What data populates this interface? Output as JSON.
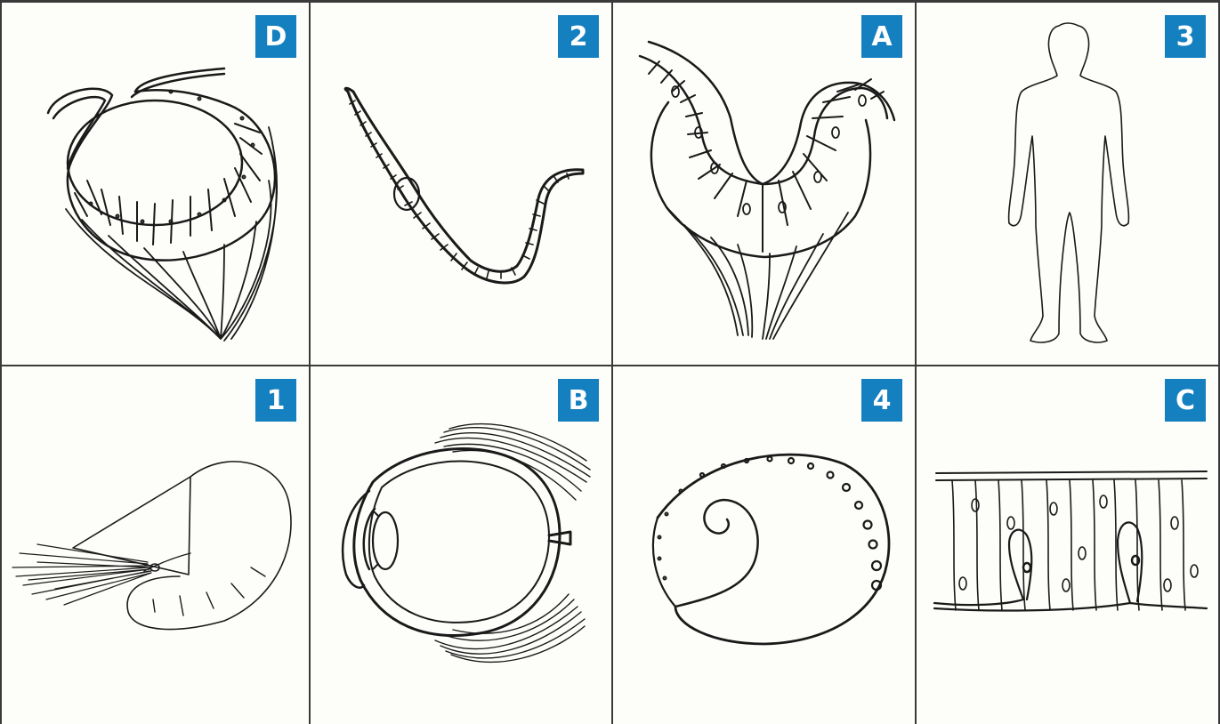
{
  "panels": [
    {
      "label": "D",
      "icon": "cup-shaped-eye-icon"
    },
    {
      "label": "2",
      "icon": "flatworm-icon"
    },
    {
      "label": "A",
      "icon": "eyespot-pit-icon"
    },
    {
      "label": "3",
      "icon": "human-figure-icon"
    },
    {
      "label": "1",
      "icon": "nautilus-icon"
    },
    {
      "label": "B",
      "icon": "human-eye-cross-section-icon"
    },
    {
      "label": "4",
      "icon": "snail-shell-icon"
    },
    {
      "label": "C",
      "icon": "light-sensitive-cells-icon"
    }
  ],
  "colors": {
    "badge": "#1580c0",
    "lines": "#1a1a1a",
    "border": "#3a3a3a"
  }
}
